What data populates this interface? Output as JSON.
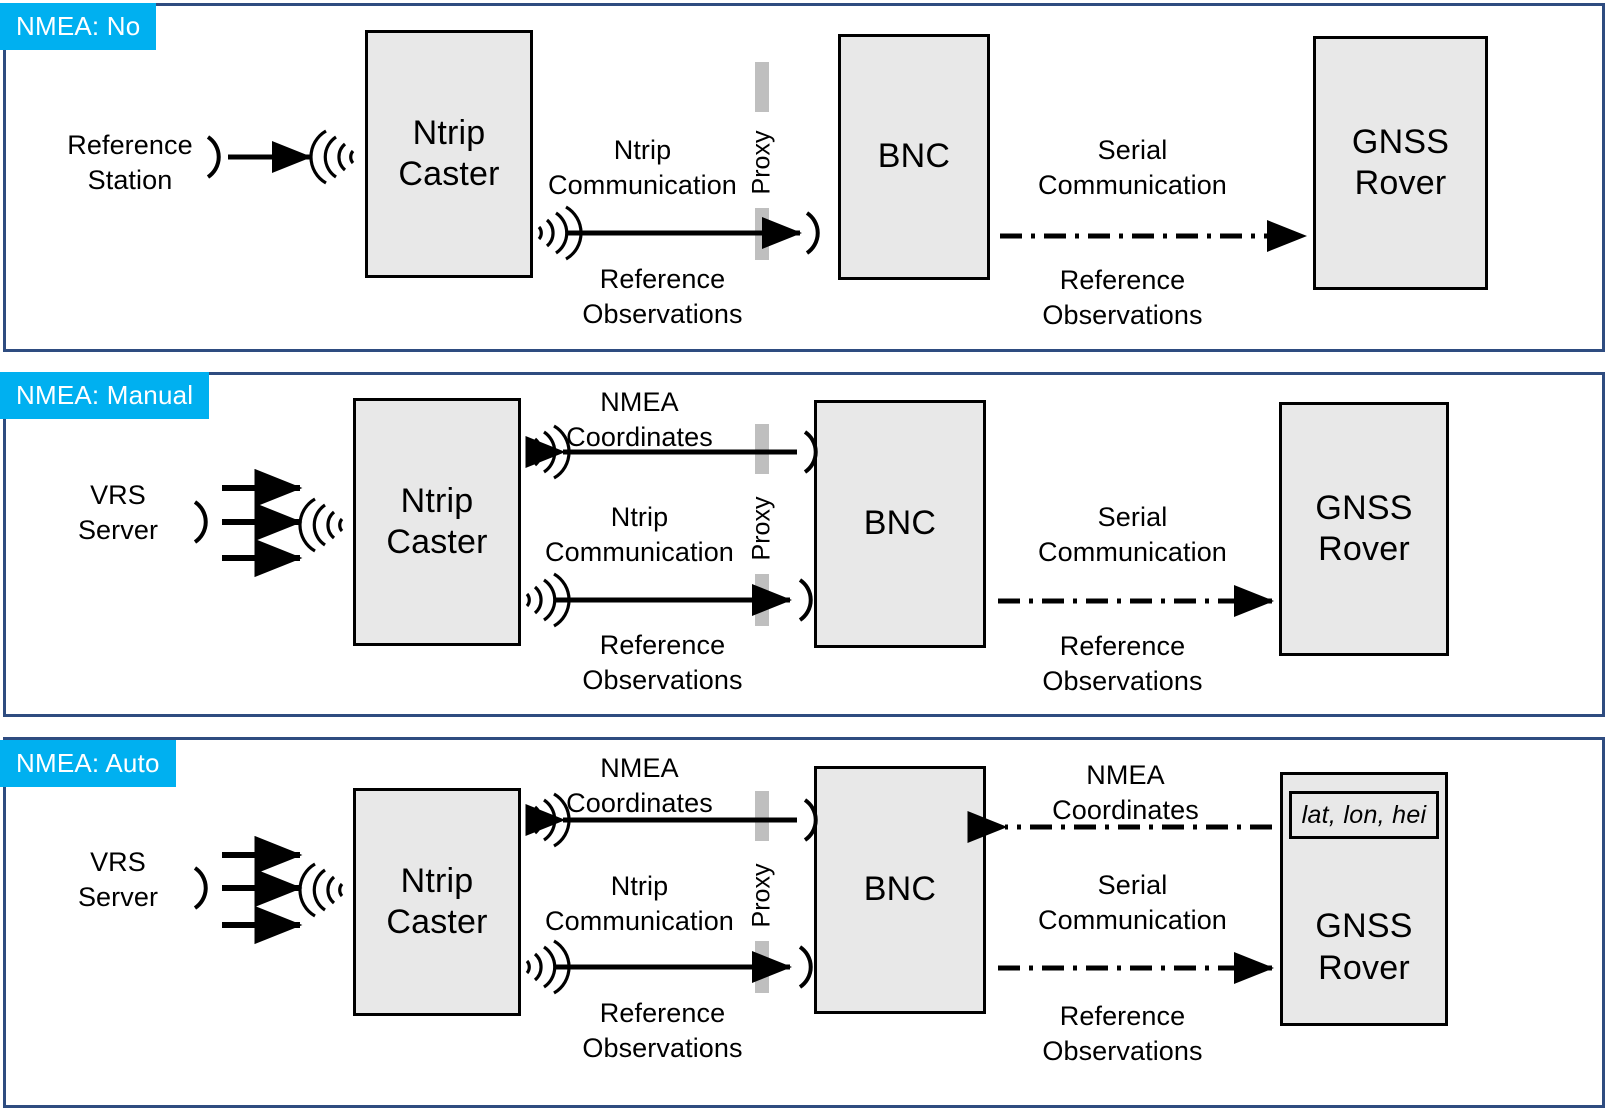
{
  "diagram": {
    "title": "NMEA handling modes between VRS/Reference Station, Ntrip Caster, BNC and GNSS Rover",
    "colors": {
      "panel_border": "#2e4c80",
      "badge_background": "#00b0f0",
      "badge_text": "#ffffff",
      "node_fill": "#e8e8e8",
      "node_border": "#000000",
      "proxy_bar": "#bfbfbf",
      "line": "#000000"
    },
    "panels": [
      {
        "badge": "NMEA: No",
        "source": {
          "label": "Reference\nStation"
        },
        "caster": {
          "label": "Ntrip\nCaster"
        },
        "middle": {
          "label": "BNC"
        },
        "rover": {
          "label": "GNSS\nRover",
          "subbox": null
        },
        "proxy_label": "Proxy",
        "link_caster_bnc": {
          "upper_label": null,
          "mid_label": "Ntrip\nCommunication",
          "lower_label": "Reference\nObservations"
        },
        "link_bnc_rover": {
          "upper_label": null,
          "mid_label": "Serial\nCommunication",
          "lower_label": "Reference\nObservations"
        }
      },
      {
        "badge": "NMEA: Manual",
        "source": {
          "label": "VRS\nServer"
        },
        "caster": {
          "label": "Ntrip\nCaster"
        },
        "middle": {
          "label": "BNC"
        },
        "rover": {
          "label": "GNSS\nRover",
          "subbox": null
        },
        "proxy_label": "Proxy",
        "link_caster_bnc": {
          "upper_label": "NMEA\nCoordinates",
          "mid_label": "Ntrip\nCommunication",
          "lower_label": "Reference\nObservations"
        },
        "link_bnc_rover": {
          "upper_label": null,
          "mid_label": "Serial\nCommunication",
          "lower_label": "Reference\nObservations"
        }
      },
      {
        "badge": "NMEA: Auto",
        "source": {
          "label": "VRS\nServer"
        },
        "caster": {
          "label": "Ntrip\nCaster"
        },
        "middle": {
          "label": "BNC"
        },
        "rover": {
          "label": "GNSS\nRover",
          "subbox": "lat, lon, hei"
        },
        "proxy_label": "Proxy",
        "link_caster_bnc": {
          "upper_label": "NMEA\nCoordinates",
          "mid_label": "Ntrip\nCommunication",
          "lower_label": "Reference\nObservations"
        },
        "link_bnc_rover": {
          "upper_label": "NMEA\nCoordinates",
          "mid_label": "Serial\nCommunication",
          "lower_label": "Reference\nObservations"
        }
      }
    ],
    "icons": {
      "transmit": "transmit-antenna-icon",
      "receive": "receive-antenna-icon",
      "wave": "signal-wave-icon"
    }
  }
}
